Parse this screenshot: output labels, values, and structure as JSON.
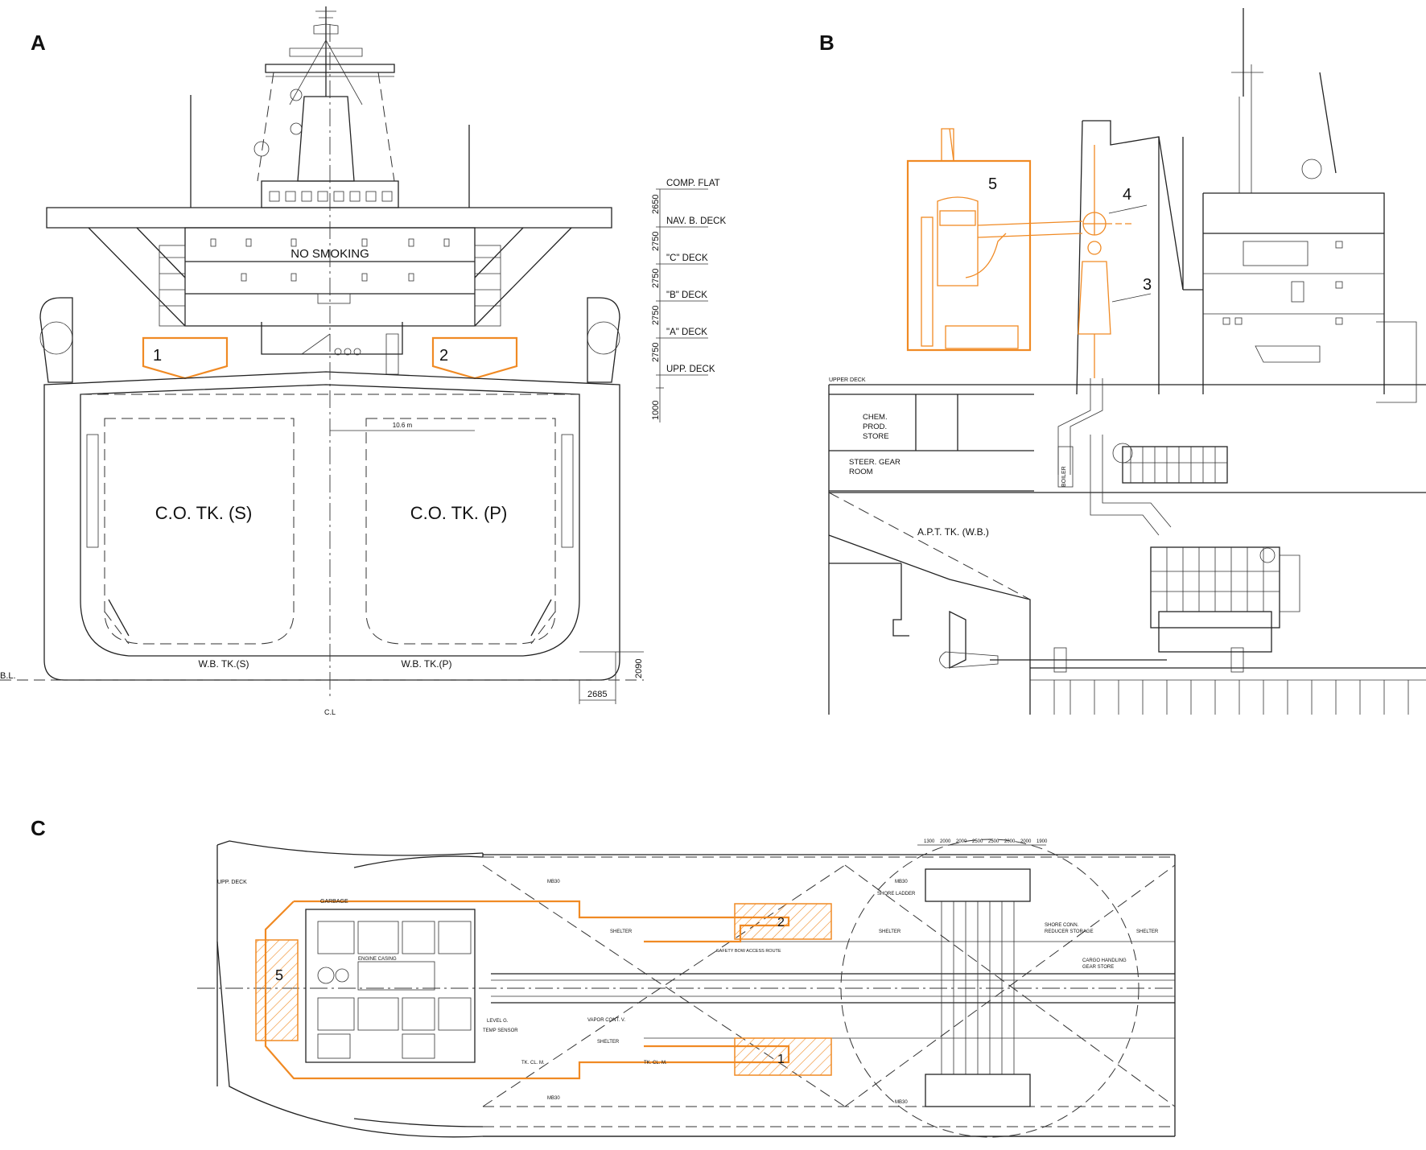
{
  "panels": {
    "a": {
      "letter": "A",
      "deck_levels": [
        "COMP. FLAT",
        "NAV. B. DECK",
        "\"C\" DECK",
        "\"B\" DECK",
        "\"A\" DECK",
        "UPP. DECK"
      ],
      "deck_heights": [
        "2650",
        "2750",
        "2750",
        "2750",
        "2750",
        "1000"
      ],
      "no_smoking": "NO SMOKING",
      "tank_starboard": "C.O. TK. (S)",
      "tank_port": "C.O. TK. (P)",
      "wb_starboard": "W.B. TK.(S)",
      "wb_port": "W.B. TK.(P)",
      "baseline": "B.L.",
      "centerline": "C.L",
      "dim_width": "10.6 m",
      "dim_2090": "2090",
      "dim_2685": "2685",
      "marker_1": "1",
      "marker_2": "2"
    },
    "b": {
      "letter": "B",
      "upper_deck": "UPPER DECK",
      "chem_store": [
        "CHEM.",
        "PROD.",
        "STORE"
      ],
      "steer_room": [
        "STEER. GEAR",
        "ROOM"
      ],
      "apt_tank": "A.P.T. TK. (W.B.)",
      "boiler": "BOILER",
      "marker_3": "3",
      "marker_4": "4",
      "marker_5": "5"
    },
    "c": {
      "letter": "C",
      "upp_deck": "UPP. DECK",
      "marker_1": "1",
      "marker_2": "2",
      "marker_5": "5",
      "labels": {
        "shelter_1": "SHELTER",
        "shelter_2": "SHELTER",
        "shelter_3": "SHELTER",
        "shelter_4": "SHELTER",
        "shore_ladder": "SHORE LADDER",
        "shore_conn": "SHORE CONN.",
        "reducer_storage": "REDUCER STORAGE",
        "cargo_handling": "CARGO HANDLING",
        "gear_store": "GEAR STORE",
        "safety_route": "SAFETY BOW ACCESS ROUTE",
        "vapor_cont": "VAPOR CONT. V.",
        "level_g": "LEVEL G.",
        "temp_sensor": "TEMP SENSOR",
        "tk_cl_m_1": "TK. CL. M.",
        "tk_cl_m_2": "TK. CL. M.",
        "garbage": "GARBAGE",
        "engine_casing": "ENGINE CASING",
        "mb_1": "MB30",
        "mb_2": "MB30",
        "mb_3": "MB30",
        "mb_4": "MB30"
      },
      "dims": [
        "1300",
        "2000",
        "2000",
        "2500",
        "2500",
        "2000",
        "2000",
        "1900"
      ]
    }
  }
}
